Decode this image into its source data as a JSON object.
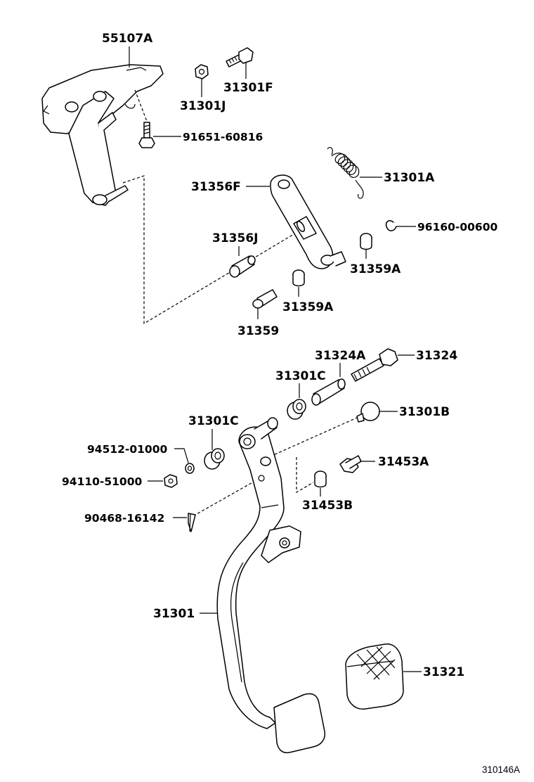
{
  "diagram": {
    "labels": {
      "p55107A": "55107A",
      "p31301F": "31301F",
      "p31301J": "31301J",
      "p91651": "91651-60816",
      "p31356F": "31356F",
      "p31301A": "31301A",
      "p96160": "96160-00600",
      "p31356J": "31356J",
      "p31359A_1": "31359A",
      "p31359A_2": "31359A",
      "p31359": "31359",
      "p31324A": "31324A",
      "p31324": "31324",
      "p31301C_1": "31301C",
      "p31301B": "31301B",
      "p31301C_2": "31301C",
      "p94512": "94512-01000",
      "p31453A": "31453A",
      "p94110": "94110-51000",
      "p31453B": "31453B",
      "p90468": "90468-16142",
      "p31301": "31301",
      "p31321": "31321"
    },
    "reference": "310146A"
  }
}
